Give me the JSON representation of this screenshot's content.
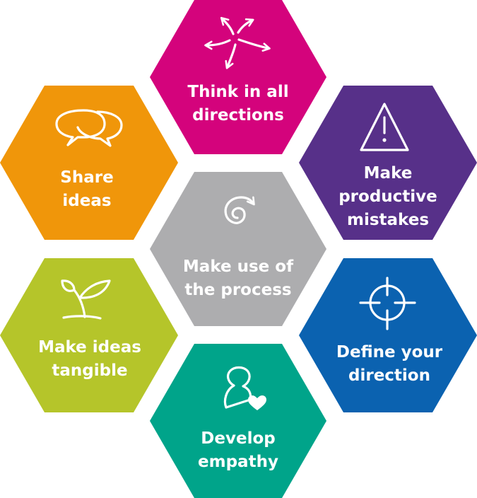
{
  "diagram": {
    "hexagons": [
      {
        "id": "top",
        "color": "#d4037c",
        "icon": "arrows-all-directions-icon",
        "lines": [
          "Think in all",
          "directions"
        ]
      },
      {
        "id": "upper-right",
        "color": "#573089",
        "icon": "warning-triangle-icon",
        "lines": [
          "Make",
          "productive",
          "mistakes"
        ]
      },
      {
        "id": "lower-right",
        "color": "#0b62b0",
        "icon": "crosshair-target-icon",
        "lines": [
          "Define your",
          "direction"
        ]
      },
      {
        "id": "bottom",
        "color": "#00a48a",
        "icon": "person-heart-icon",
        "lines": [
          "Develop",
          "empathy"
        ]
      },
      {
        "id": "lower-left",
        "color": "#b5c52a",
        "icon": "sprout-plant-icon",
        "lines": [
          "Make ideas",
          "tangible"
        ]
      },
      {
        "id": "upper-left",
        "color": "#f0960a",
        "icon": "speech-bubbles-icon",
        "lines": [
          "Share",
          "ideas"
        ]
      },
      {
        "id": "center",
        "color": "#adadaf",
        "icon": "spiral-process-icon",
        "lines": [
          "Make use of",
          "the process"
        ]
      }
    ]
  }
}
